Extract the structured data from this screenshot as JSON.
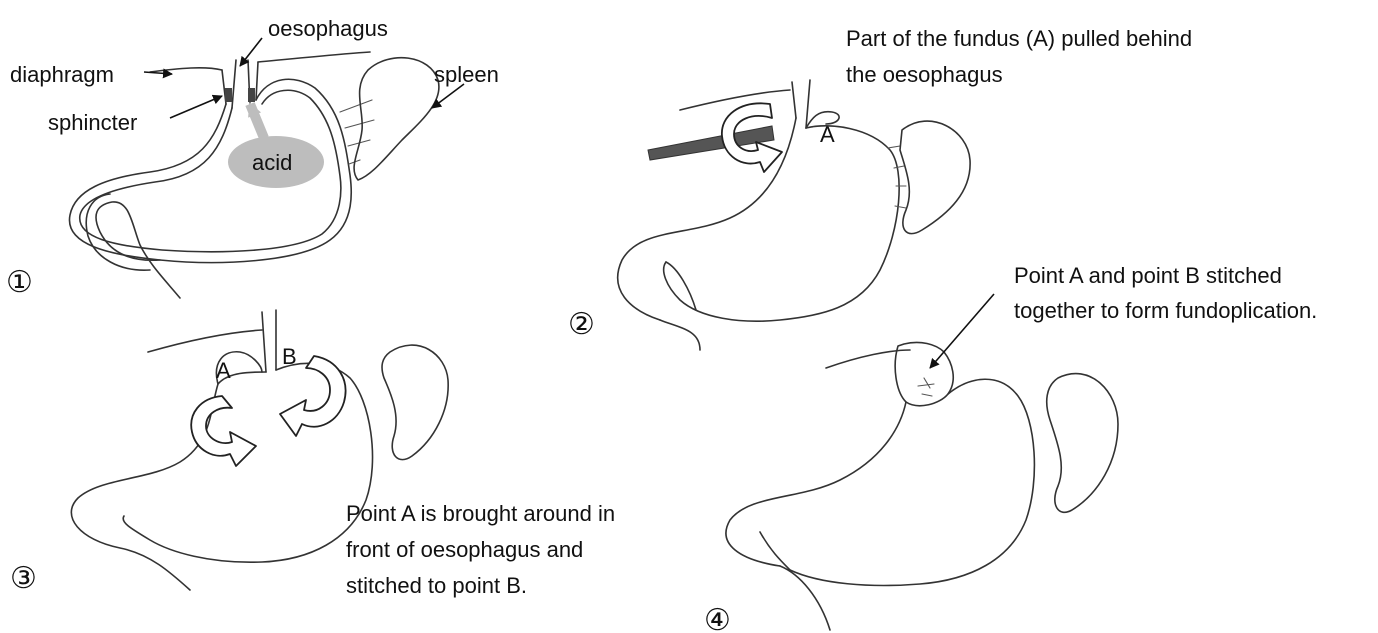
{
  "panel1": {
    "number": "①",
    "labels": {
      "oesophagus": "oesophagus",
      "diaphragm": "diaphragm",
      "sphincter": "sphincter",
      "spleen": "spleen",
      "acid": "acid"
    }
  },
  "panel2": {
    "number": "②",
    "caption_line1": "Part of the fundus (A) pulled behind",
    "caption_line2": "the oesophagus",
    "point_a": "A"
  },
  "panel3": {
    "number": "③",
    "point_a": "A",
    "point_b": "B",
    "caption_line1": "Point A is brought around in",
    "caption_line2": "front of oesophagus and",
    "caption_line3": "stitched to point B."
  },
  "panel4": {
    "number": "④",
    "caption_line1": "Point A and point B stitched",
    "caption_line2": "together to form fundoplication."
  },
  "colors": {
    "line": "#333333",
    "acid_fill": "#bdbdbd",
    "arrow_fill": "#ffffff"
  }
}
